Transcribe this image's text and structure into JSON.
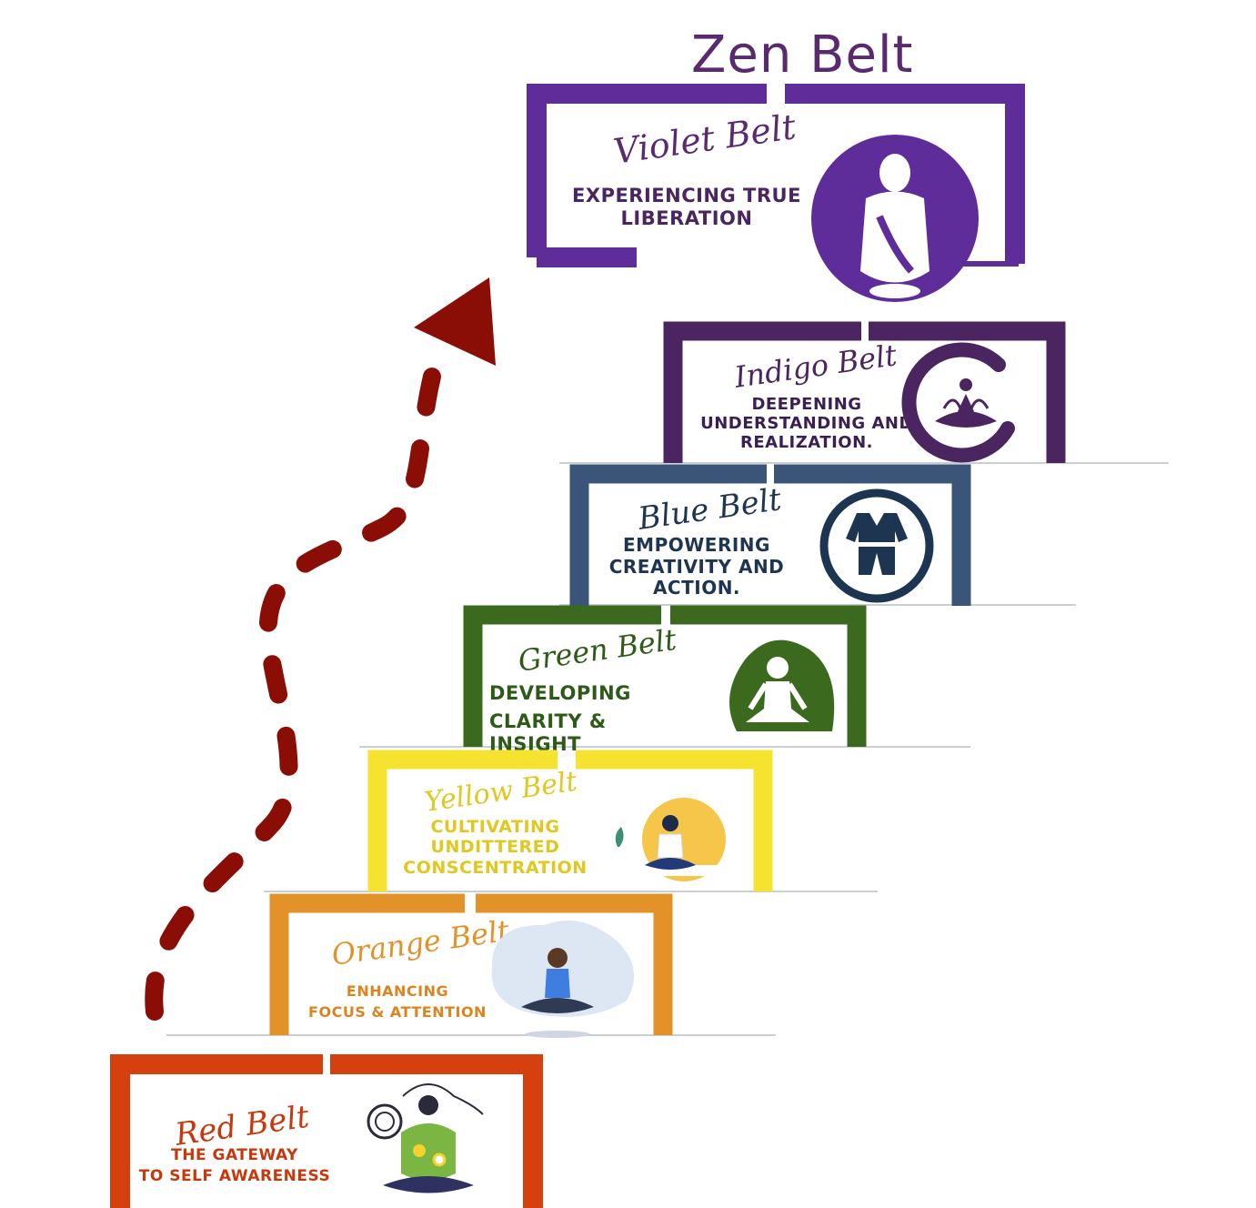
{
  "title": "Zen Belt",
  "belts": [
    {
      "key": "violet",
      "name": "Violet Belt",
      "lines": [
        "EXPERIENCING TRUE",
        "LIBERATION"
      ],
      "color": "#5f2d9a",
      "icon": "meditating-figure-icon"
    },
    {
      "key": "indigo",
      "name": "Indigo Belt",
      "lines": [
        "DEEPENING",
        "UNDERSTANDING AND",
        "REALIZATION."
      ],
      "color": "#4a2560",
      "icon": "lotus-meditation-icon"
    },
    {
      "key": "blue",
      "name": "Blue Belt",
      "lines": [
        "EMPOWERING",
        "CREATIVITY AND",
        "ACTION."
      ],
      "color": "#3a5578",
      "icon": "martial-arts-uniform-icon"
    },
    {
      "key": "green",
      "name": "Green Belt",
      "lines": [
        "DEVELOPING",
        "CLARITY & INSIGHT"
      ],
      "color": "#3b6a1e",
      "icon": "meditation-silhouette-icon"
    },
    {
      "key": "yellow",
      "name": "Yellow Belt",
      "lines": [
        "CULTIVATING",
        "UNDITTERED",
        "CONSCENTRATION"
      ],
      "color": "#f5e330",
      "icon": "sunrise-meditation-icon"
    },
    {
      "key": "orange",
      "name": "Orange Belt",
      "lines": [
        "ENHANCING",
        "FOCUS & ATTENTION"
      ],
      "color": "#e3922a",
      "icon": "woman-meditating-icon"
    },
    {
      "key": "red",
      "name": "Red Belt",
      "lines": [
        "THE GATEWAY",
        "TO SELF AWARENESS"
      ],
      "color": "#d6400e",
      "icon": "flower-meditation-icon"
    }
  ],
  "colors": {
    "arrow": "#8b0e06",
    "title": "#5a2a6e"
  }
}
